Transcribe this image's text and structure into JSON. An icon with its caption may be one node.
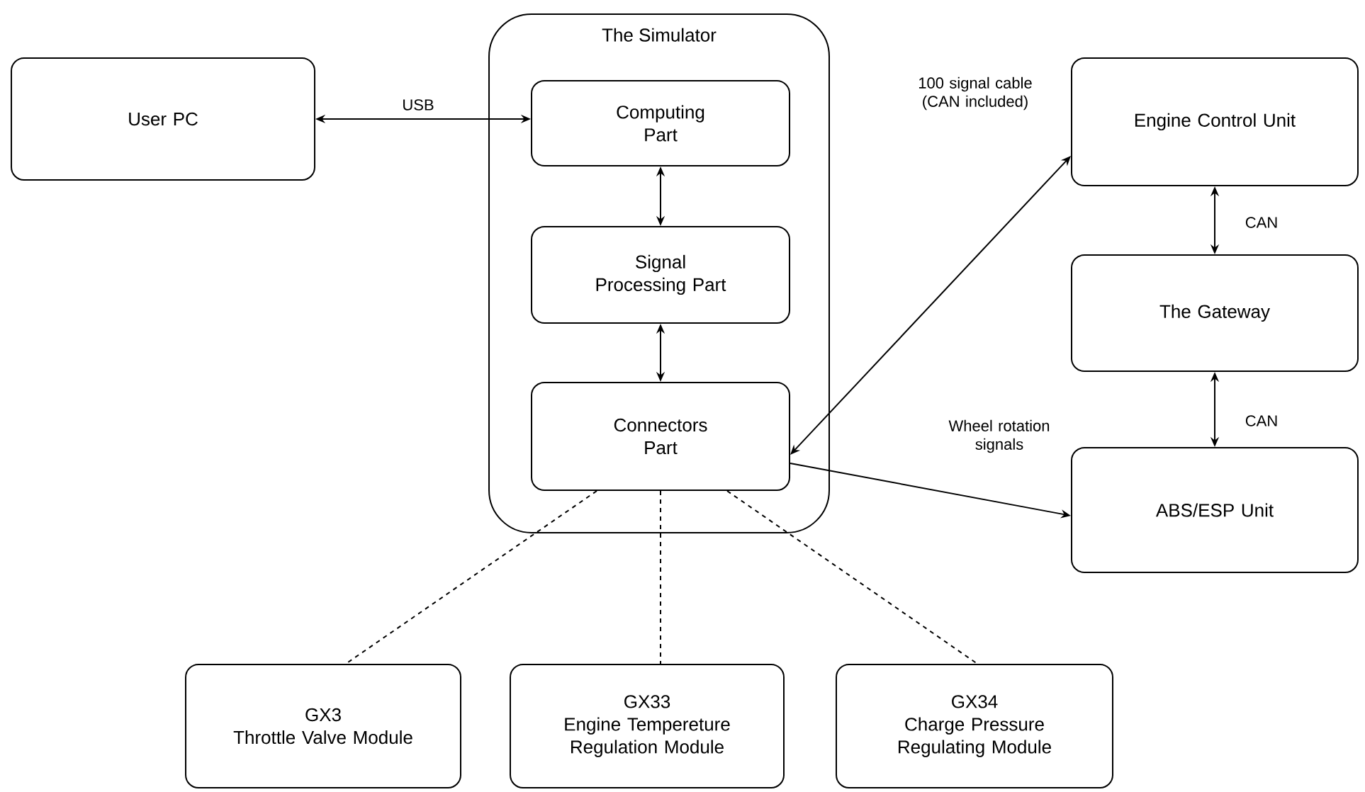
{
  "diagram": {
    "nodes": [
      {
        "text": [
          "User PC"
        ]
      },
      {
        "text": [
          "The Simulator"
        ]
      },
      {
        "text": [
          "Computing Part"
        ],
        "in": 1
      },
      {
        "text": [
          "Signal Processing Part"
        ],
        "in": 1
      },
      {
        "text": [
          "Connectors Part"
        ],
        "in": 1
      },
      {
        "text": [
          "Engine Control Unit"
        ]
      },
      {
        "text": [
          "The Gateway"
        ]
      },
      {
        "text": [
          "ABS/ESP Unit"
        ]
      },
      {
        "text": [
          "GX3",
          "Throttle Valve Module"
        ]
      },
      {
        "text": [
          "GX33",
          "Engine Tempereture Regulation Module"
        ]
      },
      {
        "text": [
          "GX34",
          "Charge Pressure Regulating Module"
        ]
      }
    ],
    "edges": [
      {
        "from": 0,
        "to": 2,
        "arrow": "both",
        "label": "USB"
      },
      {
        "from": 2,
        "to": 3,
        "arrow": "both"
      },
      {
        "from": 3,
        "to": 4,
        "arrow": "both"
      },
      {
        "from": 4,
        "to": 5,
        "arrow": "both",
        "label": "100 signal cable (CAN included)"
      },
      {
        "from": 4,
        "to": 7,
        "arrow": "to",
        "label": "Wheel rotation signals"
      },
      {
        "from": 5,
        "to": 6,
        "arrow": "both",
        "label": "CAN"
      },
      {
        "from": 6,
        "to": 7,
        "arrow": "both",
        "label": "CAN"
      },
      {
        "from": 4,
        "to": 8,
        "arrow": "none",
        "style": "dashed"
      },
      {
        "from": 4,
        "to": 9,
        "arrow": "none",
        "style": "dashed"
      },
      {
        "from": 4,
        "to": 10,
        "arrow": "none",
        "style": "dashed"
      }
    ]
  }
}
